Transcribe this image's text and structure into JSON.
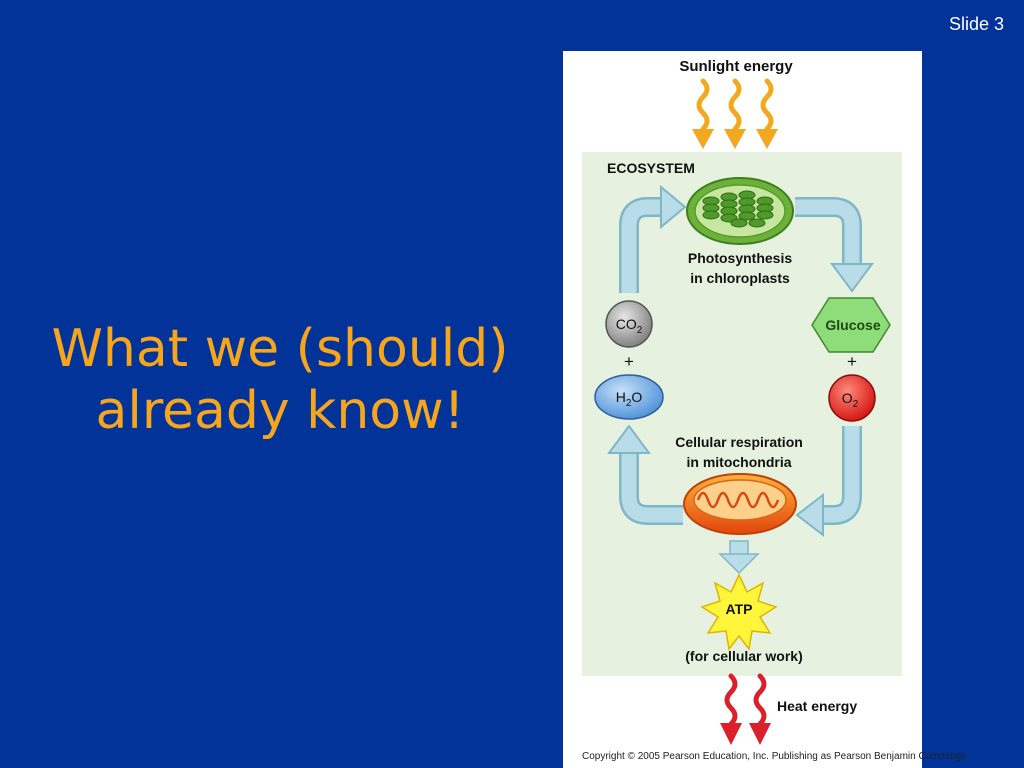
{
  "slide": {
    "number_label": "Slide 3"
  },
  "title": {
    "line1": "What we (should)",
    "line2": "already know!"
  },
  "diagram": {
    "sunlight_label": "Sunlight energy",
    "ecosystem_label": "ECOSYSTEM",
    "photosynthesis_line1": "Photosynthesis",
    "photosynthesis_line2": "in chloroplasts",
    "respiration_line1": "Cellular respiration",
    "respiration_line2": "in mitochondria",
    "co2": {
      "base": "CO",
      "sub": "2"
    },
    "h2o": {
      "base1": "H",
      "sub": "2",
      "base2": "O"
    },
    "o2": {
      "base": "O",
      "sub": "2"
    },
    "glucose_label": "Glucose",
    "plus_sign": "+",
    "atp_label": "ATP",
    "cellular_work_label": "(for cellular work)",
    "heat_label": "Heat energy",
    "copyright": "Copyright © 2005 Pearson Education, Inc. Publishing as Pearson Benjamin Cummings",
    "colors": {
      "slide_bg": "#023399",
      "title": "#f7a51c",
      "ecosystem_bg": "#e6f2df",
      "cycle_arrow": "#b7dbe6",
      "glucose": "#8fdc7a",
      "o2": "#e11b1b",
      "h2o": "#5c9fe0",
      "co2": "#909090",
      "atp_star": "#fff53a",
      "sun_arrow": "#f7b21c",
      "heat_arrow": "#d9202b"
    }
  }
}
